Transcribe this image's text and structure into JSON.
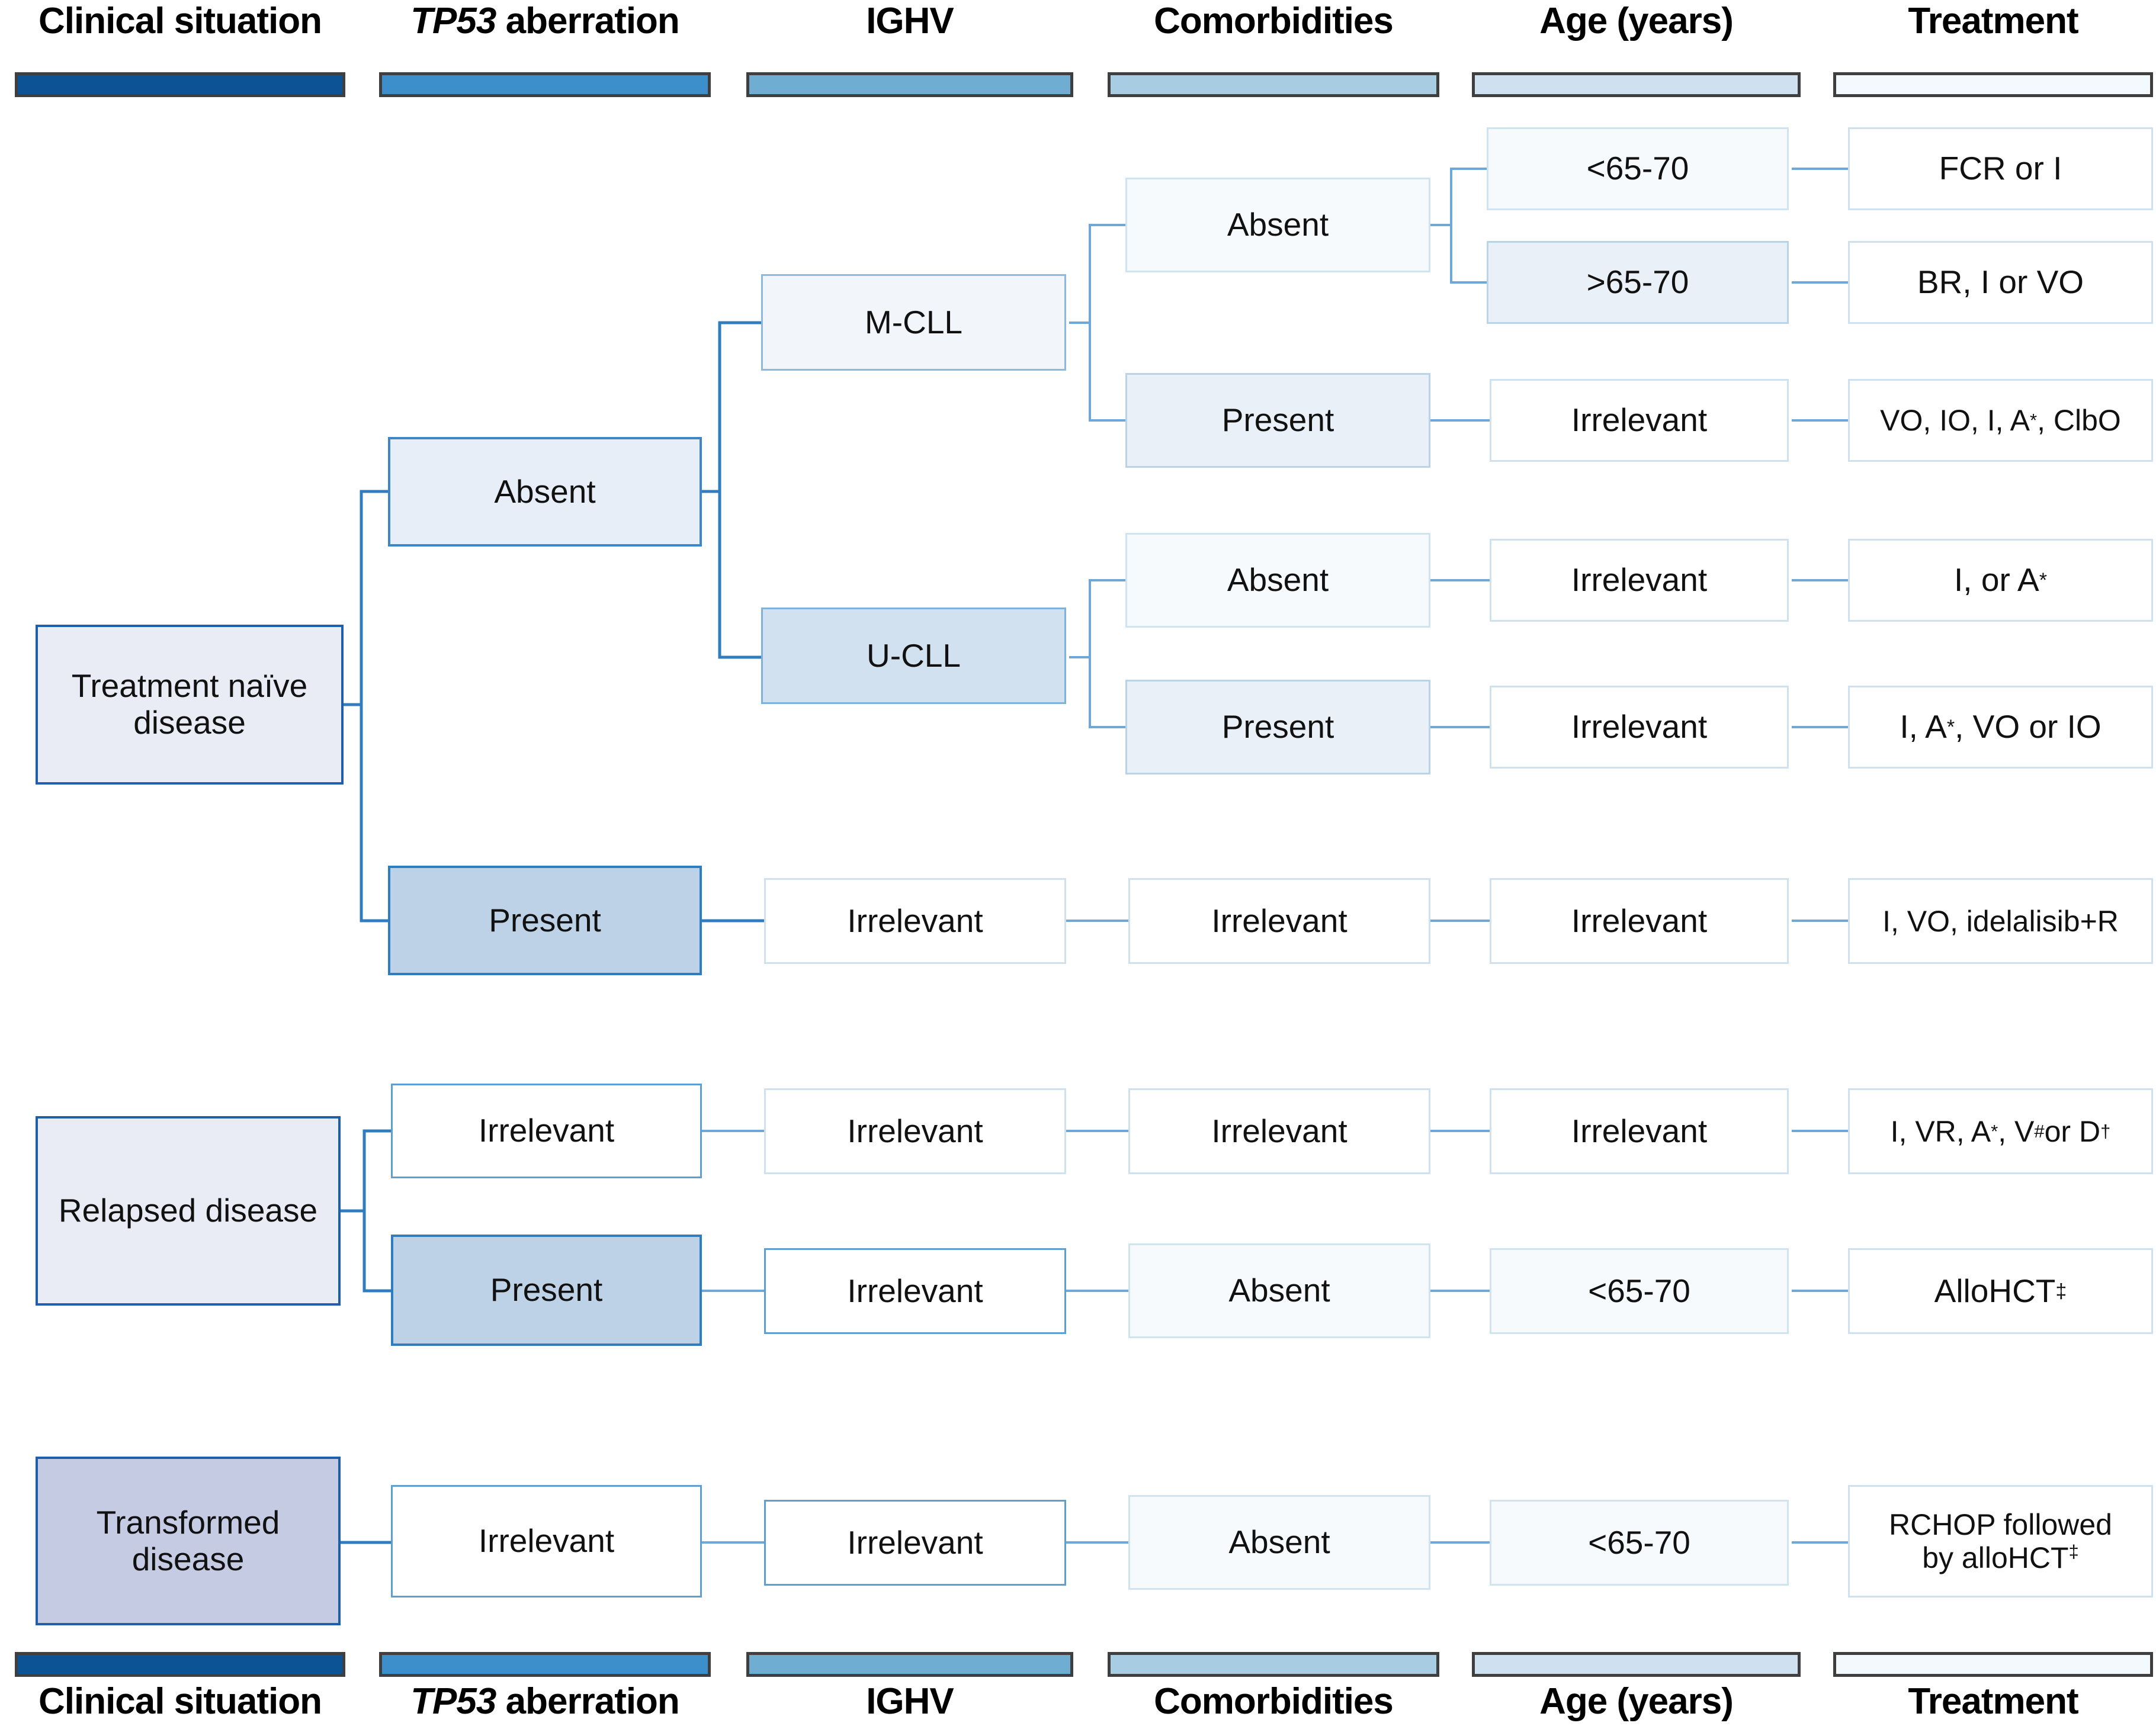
{
  "columns": [
    {
      "key": "clinical",
      "label": "Clinical situation",
      "label_italic_prefix": "",
      "color": "#0b5394"
    },
    {
      "key": "tp53",
      "label": "TP53 aberration",
      "label_italic_prefix": "TP53",
      "label_rest": " aberration",
      "color": "#3d8fcc"
    },
    {
      "key": "ighv",
      "label": "IGHV",
      "label_italic_prefix": "",
      "color": "#6fadd2"
    },
    {
      "key": "comorb",
      "label": "Comorbidities",
      "label_italic_prefix": "",
      "color": "#a8cde3"
    },
    {
      "key": "age",
      "label": "Age (years)",
      "label_italic_prefix": "",
      "color": "#cfe0f0"
    },
    {
      "key": "treatment",
      "label": "Treatment",
      "label_italic_prefix": "",
      "color": "#f4f9fd"
    }
  ],
  "nodes": {
    "tn_root": "Treatment naïve disease",
    "tn_tp53_absent": "Absent",
    "tn_tp53_present": "Present",
    "mcll": "M-CLL",
    "ucll": "U-CLL",
    "mcll_comorb_absent": "Absent",
    "mcll_comorb_present": "Present",
    "ucll_comorb_absent": "Absent",
    "ucll_comorb_present": "Present",
    "age_lt": "<65-70",
    "age_gt": ">65-70",
    "age_irr_1": "Irrelevant",
    "age_irr_2": "Irrelevant",
    "age_irr_3": "Irrelevant",
    "tn_pres_ighv": "Irrelevant",
    "tn_pres_comorb": "Irrelevant",
    "tn_pres_age": "Irrelevant",
    "rx_fcr": "FCR or I",
    "rx_br": "BR, I or VO",
    "rx_vo_io": "VO, IO, I, A*, ClbO",
    "rx_i_a": "I, or A*",
    "rx_i_a_vo_io": "I, A*, VO or IO",
    "rx_i_vo_idela": "I, VO, idelalisib+R",
    "rel_root": "Relapsed disease",
    "rel_tp53_irr": "Irrelevant",
    "rel_ighv_irr": "Irrelevant",
    "rel_comorb_irr": "Irrelevant",
    "rel_age_irr": "Irrelevant",
    "rx_rel_line": "I, VR, A*, V# or D†",
    "rel_tp53_pres": "Present",
    "rel2_ighv_irr": "Irrelevant",
    "rel2_comorb_abs": "Absent",
    "rel2_age_lt": "<65-70",
    "rx_allohct": "AlloHCT‡",
    "tr_root": "Transformed disease",
    "tr_tp53_irr": "Irrelevant",
    "tr_ighv_irr": "Irrelevant",
    "tr_comorb_abs": "Absent",
    "tr_age_lt": "<65-70",
    "rx_rchop_1": "RCHOP followed",
    "rx_rchop_2": "by alloHCT‡"
  },
  "superscripts": {
    "star": "*",
    "hash": "#",
    "dagger": "†",
    "ddagger": "‡"
  }
}
